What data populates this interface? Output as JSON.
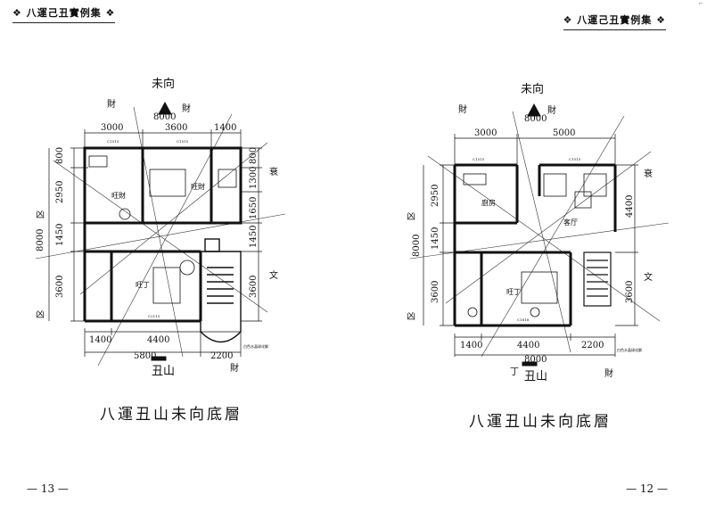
{
  "header": {
    "left_title": "❖ 八運己丑實例集 ❖",
    "right_title": "❖ 八運己丑實例集 ❖"
  },
  "page_numbers": {
    "left": "— 13 —",
    "right": "— 12 —"
  },
  "left_plan": {
    "orientation_top": "未向",
    "orientation_bottom": "丑山",
    "caption": "八運丑山未向底層",
    "dims_top": [
      "3000",
      "3600",
      "1400"
    ],
    "dims_top_total": "8000",
    "dims_left": [
      "800",
      "2950",
      "1450",
      "3600"
    ],
    "dims_left_total": "8000",
    "dims_right": [
      "800",
      "1300",
      "1650",
      "1450",
      "3600"
    ],
    "dims_bottom": [
      "1400",
      "4400",
      "2200"
    ],
    "dims_bottom_total": "5800",
    "star_labels": {
      "top_left": "財",
      "top_right": "財",
      "bottom_right": "財",
      "right_upper": "衰",
      "right_lower": "文",
      "left_upper": "凶",
      "left_lower": "凶"
    },
    "room_labels": [
      "旺財",
      "旺財",
      "旺丁"
    ],
    "small_codes": [
      "C1515",
      "C1515",
      "C2115"
    ],
    "stair_note": "白色水晶球化解"
  },
  "right_plan": {
    "orientation_top": "未向",
    "orientation_bottom": "丑山",
    "caption": "八運丑山未向底層",
    "dims_top": [
      "3000",
      "5000"
    ],
    "dims_top_total": "8000",
    "dims_left": [
      "2950",
      "1450",
      "3600"
    ],
    "dims_left_total": "8000",
    "dims_right": [
      "4400",
      "3600"
    ],
    "dims_bottom": [
      "1400",
      "4400",
      "2200"
    ],
    "dims_bottom_total": "8000",
    "star_labels": {
      "top_left": "財",
      "top_right": "財",
      "bottom_left": "丁",
      "bottom_right": "財",
      "right_upper": "衰",
      "right_lower": "文",
      "left_upper": "凶",
      "left_lower": "凶"
    },
    "room_labels": [
      "廚房",
      "客厅",
      "旺丁"
    ],
    "small_codes": [
      "C1515",
      "C1515",
      "C1818"
    ],
    "stair_note": "白色水晶球化解"
  }
}
